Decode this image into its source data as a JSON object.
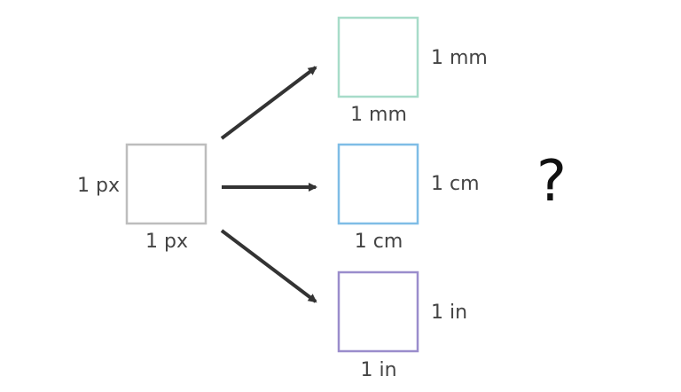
{
  "source": {
    "width_label": "1 px",
    "height_label": "1 px",
    "stroke": "#bdbdbd"
  },
  "targets": [
    {
      "id": "mm",
      "side_label": "1 mm",
      "bottom_label": "1 mm",
      "stroke": "#a7dcc9"
    },
    {
      "id": "cm",
      "side_label": "1 cm",
      "bottom_label": "1 cm",
      "stroke": "#7fbde6"
    },
    {
      "id": "in",
      "side_label": "1 in",
      "bottom_label": "1 in",
      "stroke": "#9a8dcc"
    }
  ],
  "arrow_color": "#333333",
  "question_mark": "?"
}
